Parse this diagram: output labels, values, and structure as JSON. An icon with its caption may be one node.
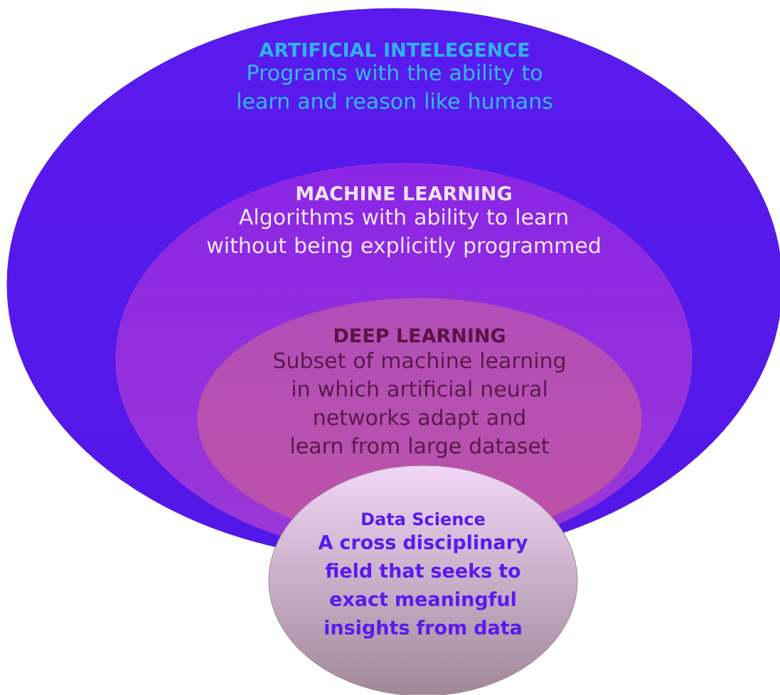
{
  "diagram": {
    "nodes": [
      {
        "text": [
          "ARTIFICIAL INTELEGENCE",
          "Programs with the ability to learn  and reason  like humans"
        ]
      },
      {
        "text": [
          "MACHINE LEARNING",
          "Algorithms with ability to learn without being  explicitly programmed"
        ],
        "in": 0
      },
      {
        "text": [
          "DEEP LEARNING",
          "Subset of machine  learning in which  artificial neural networks adapt and learn from large dataset"
        ],
        "in": 1
      },
      {
        "text": [
          "Data Science",
          "A cross disciplinary field that seeks to exact meaningful insights from data"
        ]
      }
    ]
  }
}
